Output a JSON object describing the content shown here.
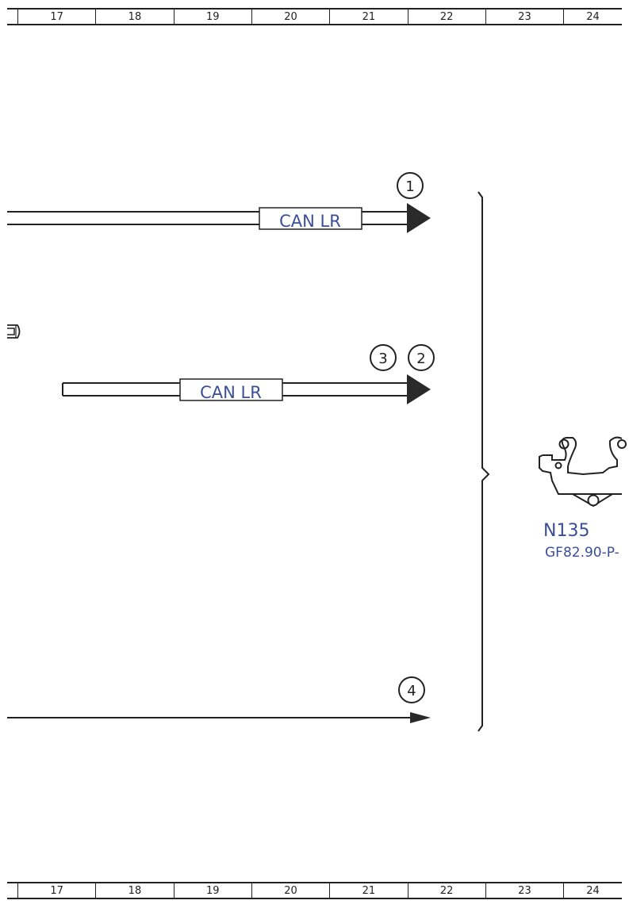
{
  "ruler": {
    "numbers": [
      "17",
      "18",
      "19",
      "20",
      "21",
      "22",
      "23",
      "24"
    ]
  },
  "buses": [
    {
      "label": "CAN LR",
      "callouts": [
        "1"
      ]
    },
    {
      "label": "CAN LR",
      "callouts": [
        "3",
        "2"
      ]
    },
    {
      "label": "",
      "callouts": [
        "4"
      ]
    }
  ],
  "component": {
    "code": "N135",
    "ref": "GF82.90-P-"
  },
  "colors": {
    "line": "#222222",
    "label_text": "#3a4f96"
  }
}
